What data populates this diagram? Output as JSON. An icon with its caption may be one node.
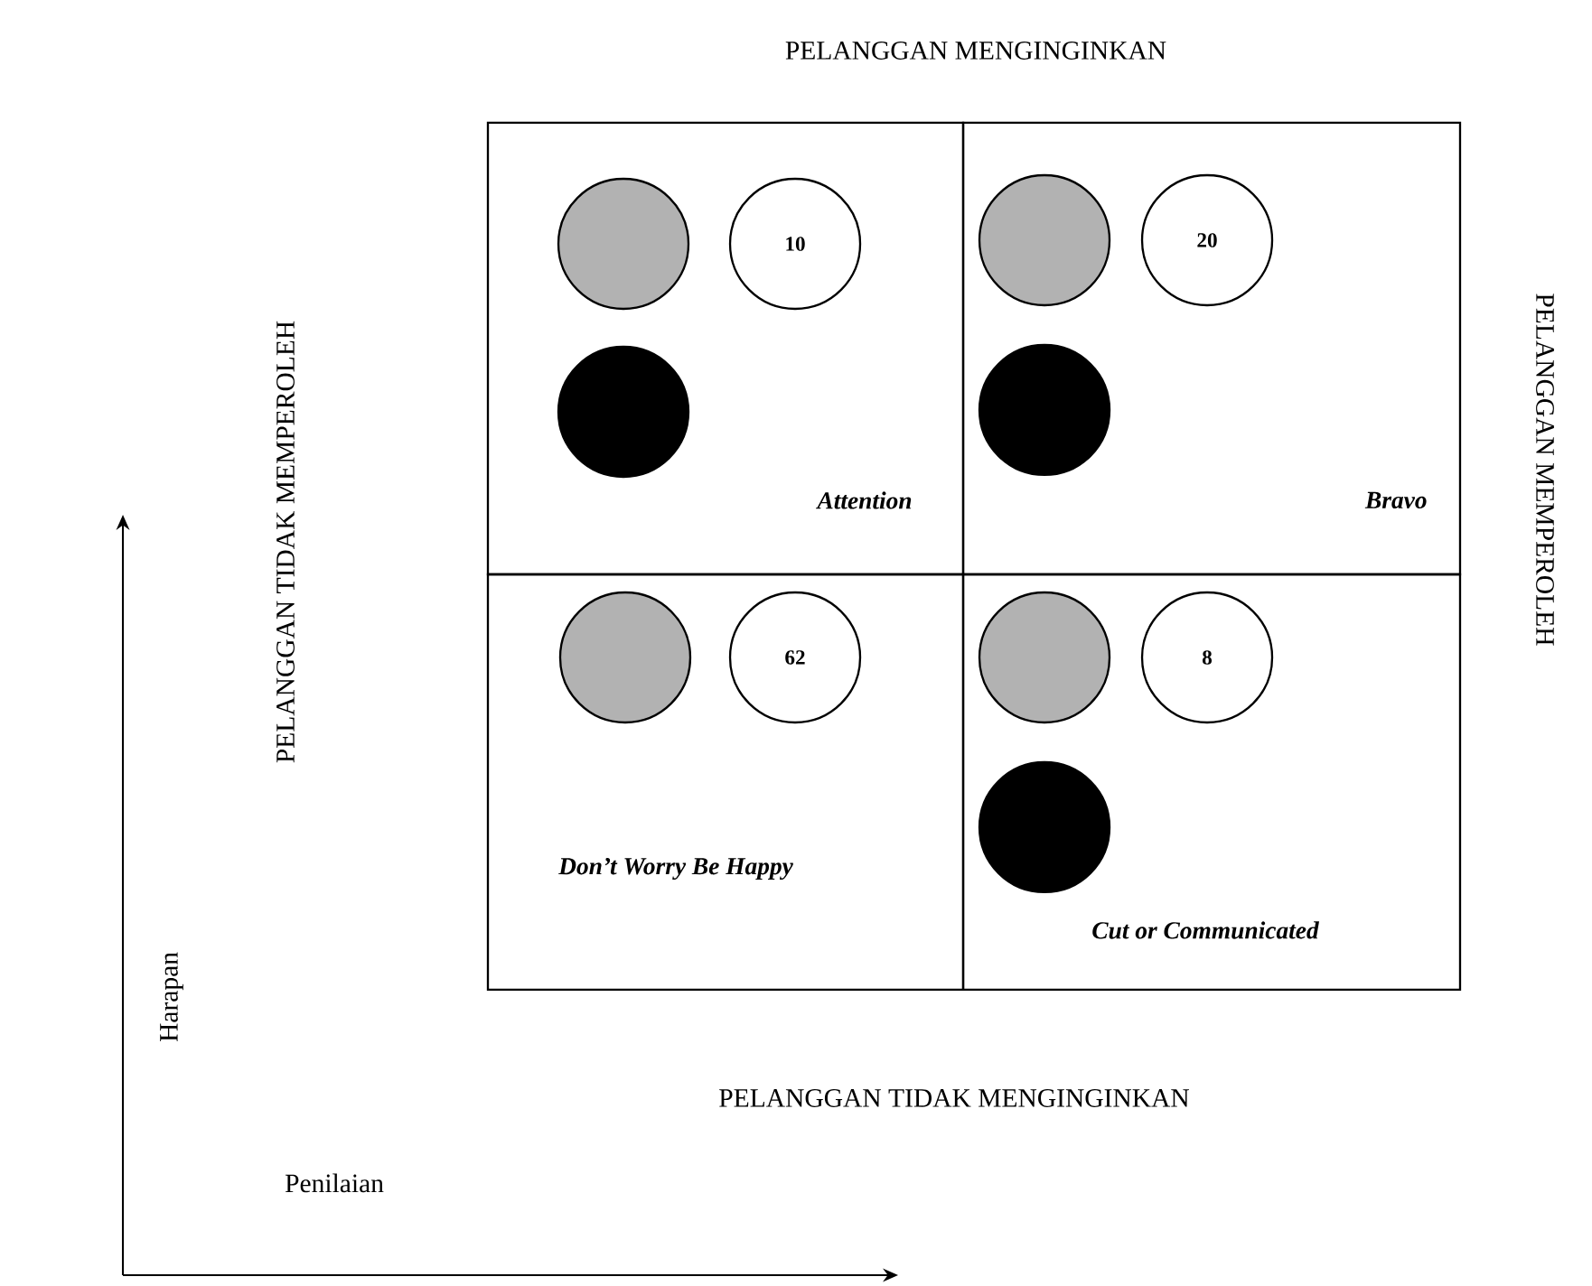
{
  "diagram": {
    "nodes": [
      {
        "text": [
          "Attention"
        ]
      },
      {
        "text": [],
        "shape": "circle",
        "in": 0
      },
      {
        "text": [
          "10"
        ],
        "in": 0
      },
      {
        "text": [],
        "shape": "circle",
        "in": 0
      },
      {
        "text": [
          "Bravo"
        ]
      },
      {
        "text": [],
        "shape": "circle",
        "in": 4
      },
      {
        "text": [
          "20"
        ],
        "in": 4
      },
      {
        "text": [],
        "shape": "circle",
        "in": 4
      },
      {
        "text": [
          "Don’t Worry Be Happy"
        ]
      },
      {
        "text": [],
        "shape": "circle",
        "in": 8
      },
      {
        "text": [
          "62"
        ],
        "in": 8
      },
      {
        "text": [
          "Cut or Communicated"
        ]
      },
      {
        "text": [],
        "shape": "circle",
        "in": 11
      },
      {
        "text": [
          "8"
        ],
        "in": 11
      },
      {
        "text": [],
        "shape": "circle",
        "in": 11
      }
    ],
    "edges": [],
    "labels": [
      "PELANGGAN MENGINGINKAN",
      "PELANGGAN TIDAK MEMPEROLEH",
      "PELANGGAN MEMPEROLEH",
      "Harapan",
      "PELANGGAN TIDAK MENGINGINKAN",
      "Penilaian"
    ]
  }
}
